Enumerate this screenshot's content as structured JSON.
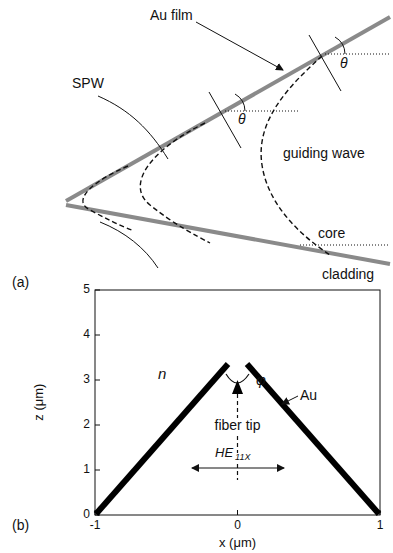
{
  "diagram": {
    "labels": [
      "(a)",
      "Au film",
      "SPW",
      "θ",
      "θ",
      "guiding wave",
      "core",
      "cladding",
      "(b)",
      "n",
      "Au",
      "φ",
      "fiber tip",
      "HE",
      "11X",
      "x (μm)",
      "z (μm)",
      "-1",
      "0",
      "1",
      "0",
      "1",
      "2",
      "3",
      "4",
      "5"
    ]
  }
}
